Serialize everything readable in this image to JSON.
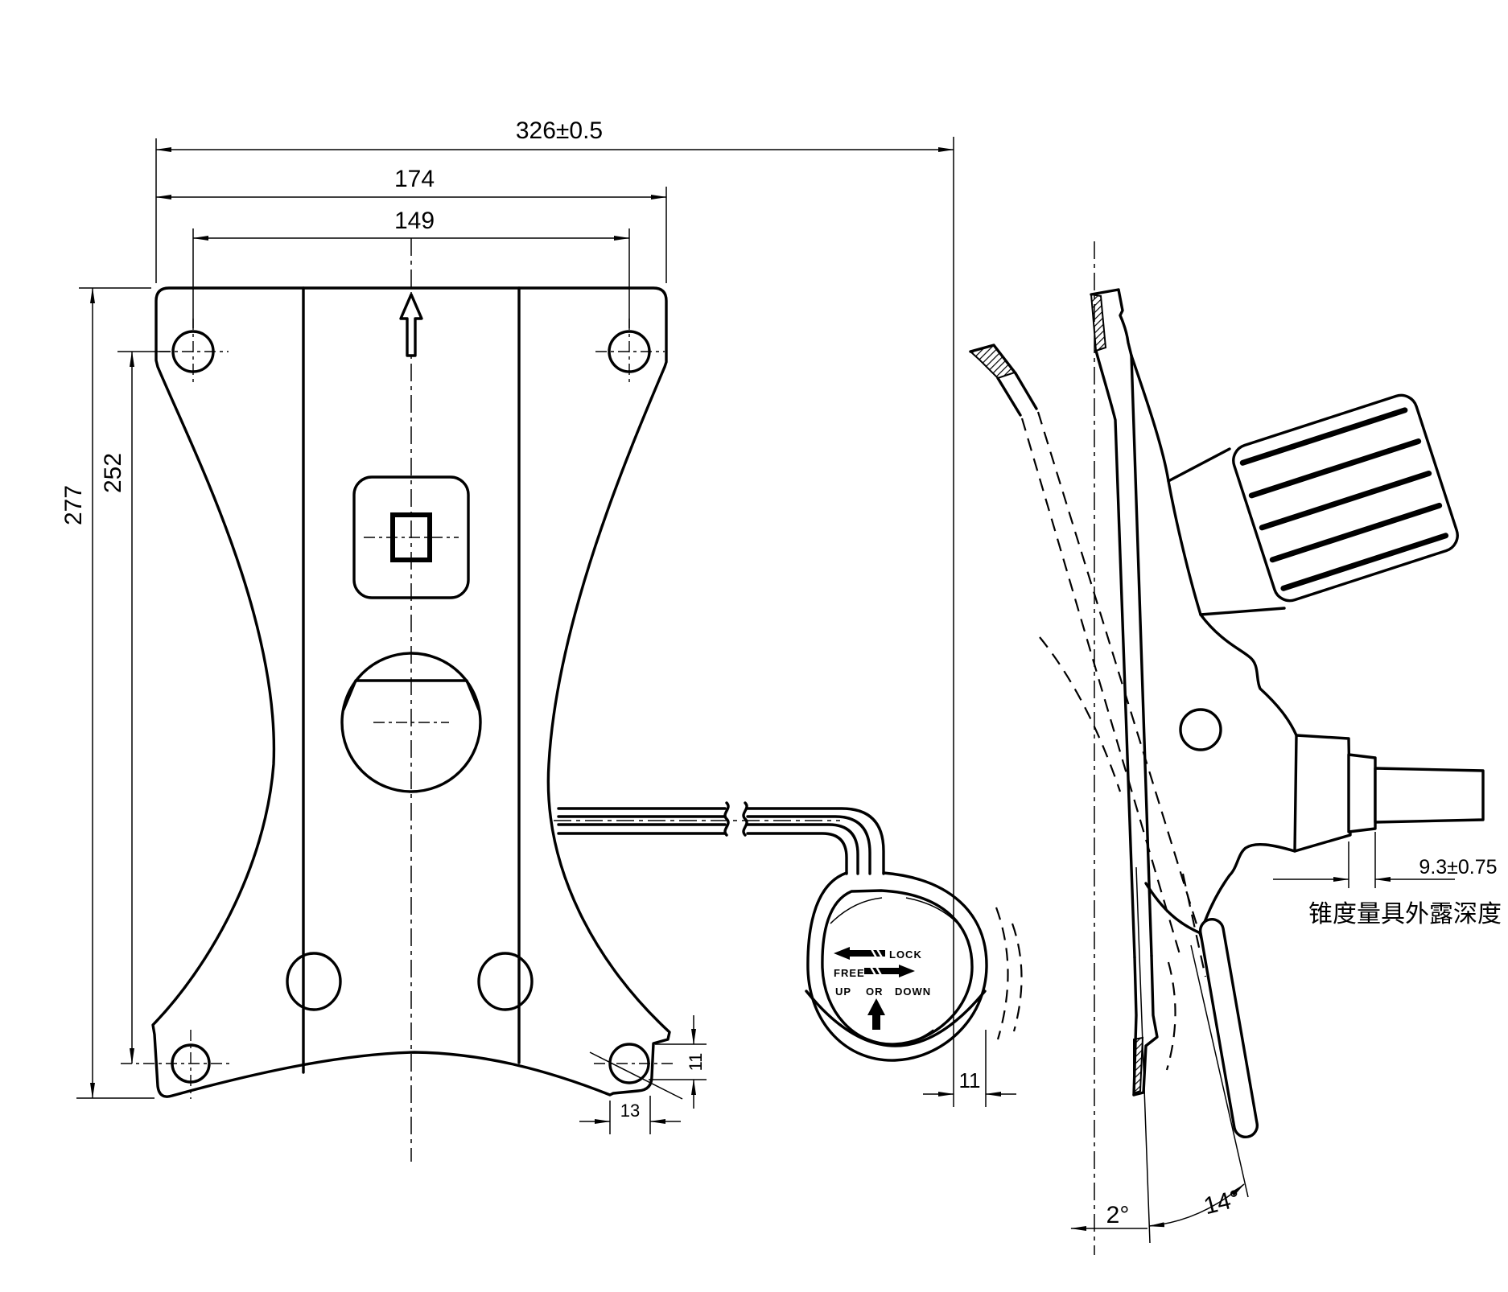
{
  "dims": {
    "overall_width": "326±0.5",
    "plate_width": "174",
    "hole_spacing_width": "149",
    "overall_height": "277",
    "hole_spacing_height": "252",
    "tab_width": "13",
    "tab_height": "11",
    "lever_offset": "11",
    "shaft_exposure": "9.3±0.75",
    "tilt_angle": "2°",
    "swing_angle": "14°"
  },
  "notes": {
    "shaft_note": "锥度量具外露深度"
  },
  "knob": {
    "lock": "LOCK",
    "free": "FREE",
    "up": "UP",
    "or": "OR",
    "down": "DOWN"
  },
  "colors": {
    "line": "#000000",
    "background": "#ffffff"
  }
}
